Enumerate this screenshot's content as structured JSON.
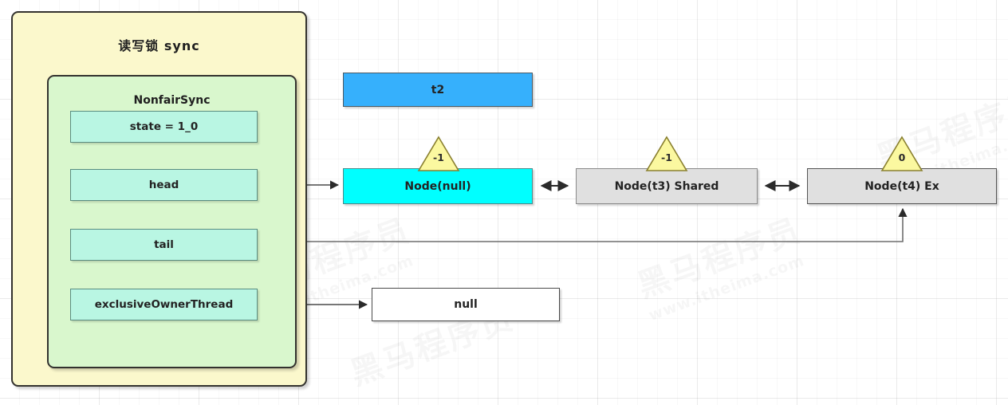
{
  "diagram": {
    "title": "读写锁 sync",
    "background": {
      "grid": true,
      "watermark_cn": "黑马程序员",
      "watermark_url": "www.itheima.com"
    },
    "colors": {
      "outer_fill": "#fbf8cc",
      "inner_fill": "#d9f7cd",
      "field_fill": "#b9f6e3",
      "thread_fill": "#36b0fc",
      "head_node_fill": "#00ffff",
      "queued_node_fill": "#e0e0e0",
      "null_fill": "#ffffff",
      "waitstatus_fill": "#fbf8a0",
      "stroke": "#33322e"
    }
  },
  "outer": {
    "label": "读写锁 sync"
  },
  "inner": {
    "label": "NonfairSync",
    "fields": [
      {
        "key": "state",
        "label": "state = 1_0"
      },
      {
        "key": "head",
        "label": "head"
      },
      {
        "key": "tail",
        "label": "tail"
      },
      {
        "key": "exclusiveOwnerThread",
        "label": "exclusiveOwnerThread"
      }
    ]
  },
  "threads": {
    "running": {
      "label": "t2"
    }
  },
  "queue": {
    "nodes": [
      {
        "label": "Node(null)",
        "waitstatus": "-1",
        "kind": "head-dummy"
      },
      {
        "label": "Node(t3) Shared",
        "waitstatus": "-1",
        "kind": "shared"
      },
      {
        "label": "Node(t4) Ex",
        "waitstatus": "0",
        "kind": "exclusive"
      }
    ]
  },
  "owner": {
    "label": "null"
  },
  "connections": [
    {
      "from": "head",
      "to": "Node(null)",
      "type": "arrow"
    },
    {
      "from": "Node(null)",
      "to": "Node(t3) Shared",
      "type": "double-arrow"
    },
    {
      "from": "Node(t3) Shared",
      "to": "Node(t4) Ex",
      "type": "double-arrow"
    },
    {
      "from": "tail",
      "to": "Node(t4) Ex",
      "type": "arrow"
    },
    {
      "from": "exclusiveOwnerThread",
      "to": "null",
      "type": "arrow"
    }
  ]
}
